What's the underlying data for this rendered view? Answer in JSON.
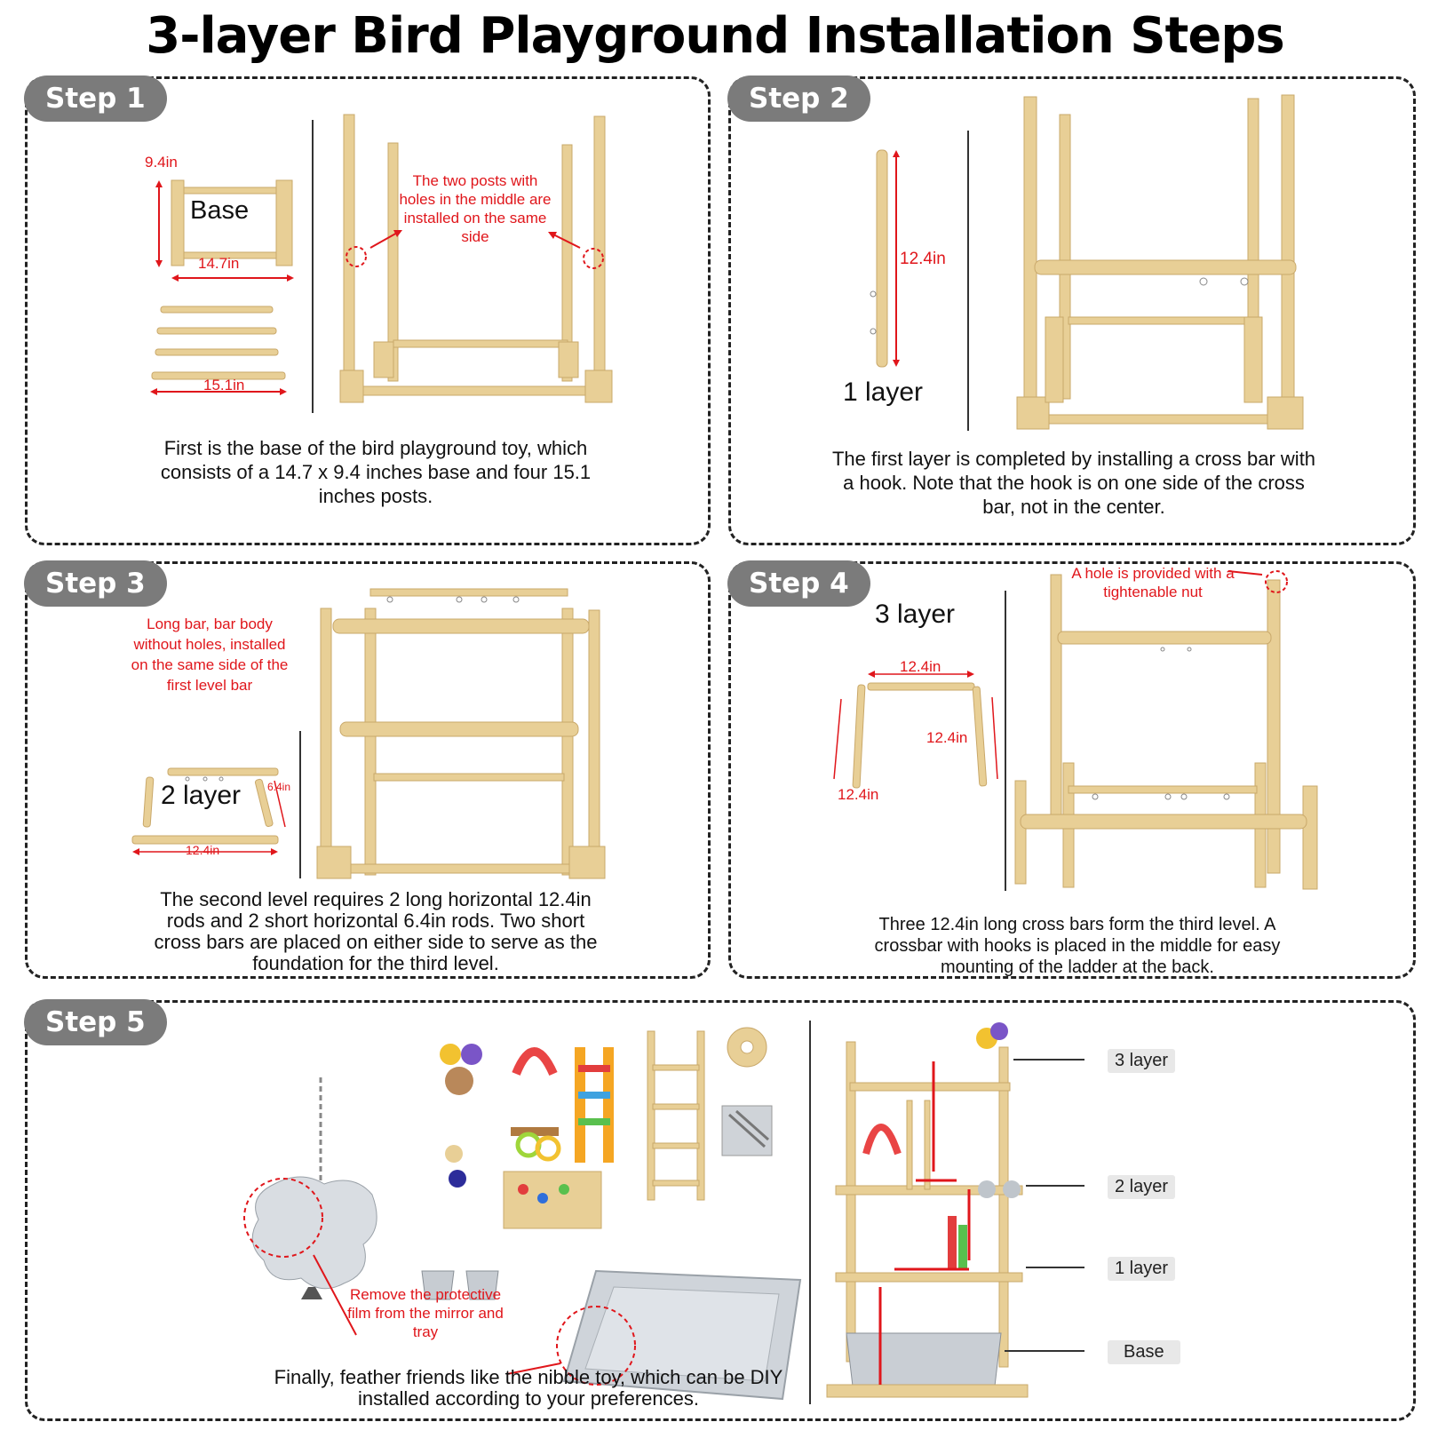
{
  "title": "3-layer Bird Playground Installation Steps",
  "colors": {
    "wood": "#e8cf96",
    "wood_dark": "#c9a86a",
    "accent_red": "#e0161b",
    "badge": "#7b7b7b"
  },
  "steps": [
    {
      "badge": "Step 1",
      "labels": {
        "base": "Base",
        "w": "9.4in",
        "l": "14.7in",
        "post": "15.1in"
      },
      "note": "The two posts with holes in the middle are installed on the same side",
      "caption": "First is the base of the bird playground toy, which consists of a 14.7 x 9.4 inches base and four 15.1 inches posts."
    },
    {
      "badge": "Step 2",
      "labels": {
        "len": "12.4in",
        "layer": "1 layer"
      },
      "caption": "The first layer is completed by installing a cross bar with a hook. Note that the hook is on one side of the cross bar, not in the center."
    },
    {
      "badge": "Step 3",
      "labels": {
        "layer": "2 layer",
        "short": "6.4in",
        "long": "12.4in"
      },
      "note": "Long bar, bar body without holes, installed on the same side of the first level bar",
      "caption": "The second level requires 2 long horizontal 12.4in rods and 2 short horizontal 6.4in rods. Two short cross bars are placed on either side to serve as the foundation for the third level."
    },
    {
      "badge": "Step 4",
      "labels": {
        "layer": "3 layer",
        "top": "12.4in",
        "right": "12.4in",
        "left": "12.4in"
      },
      "note": "A hole is provided with a tightenable nut",
      "caption": "Three 12.4in long cross bars form the third level. A crossbar with hooks is placed in the middle for easy mounting of the ladder at the back."
    },
    {
      "badge": "Step 5",
      "note": "Remove the protective film from the mirror and tray",
      "caption": "Finally, feather friends like the nibble toy, which can be DIY installed according to your preferences.",
      "layers": [
        "3 layer",
        "2 layer",
        "1 layer",
        "Base"
      ]
    }
  ]
}
